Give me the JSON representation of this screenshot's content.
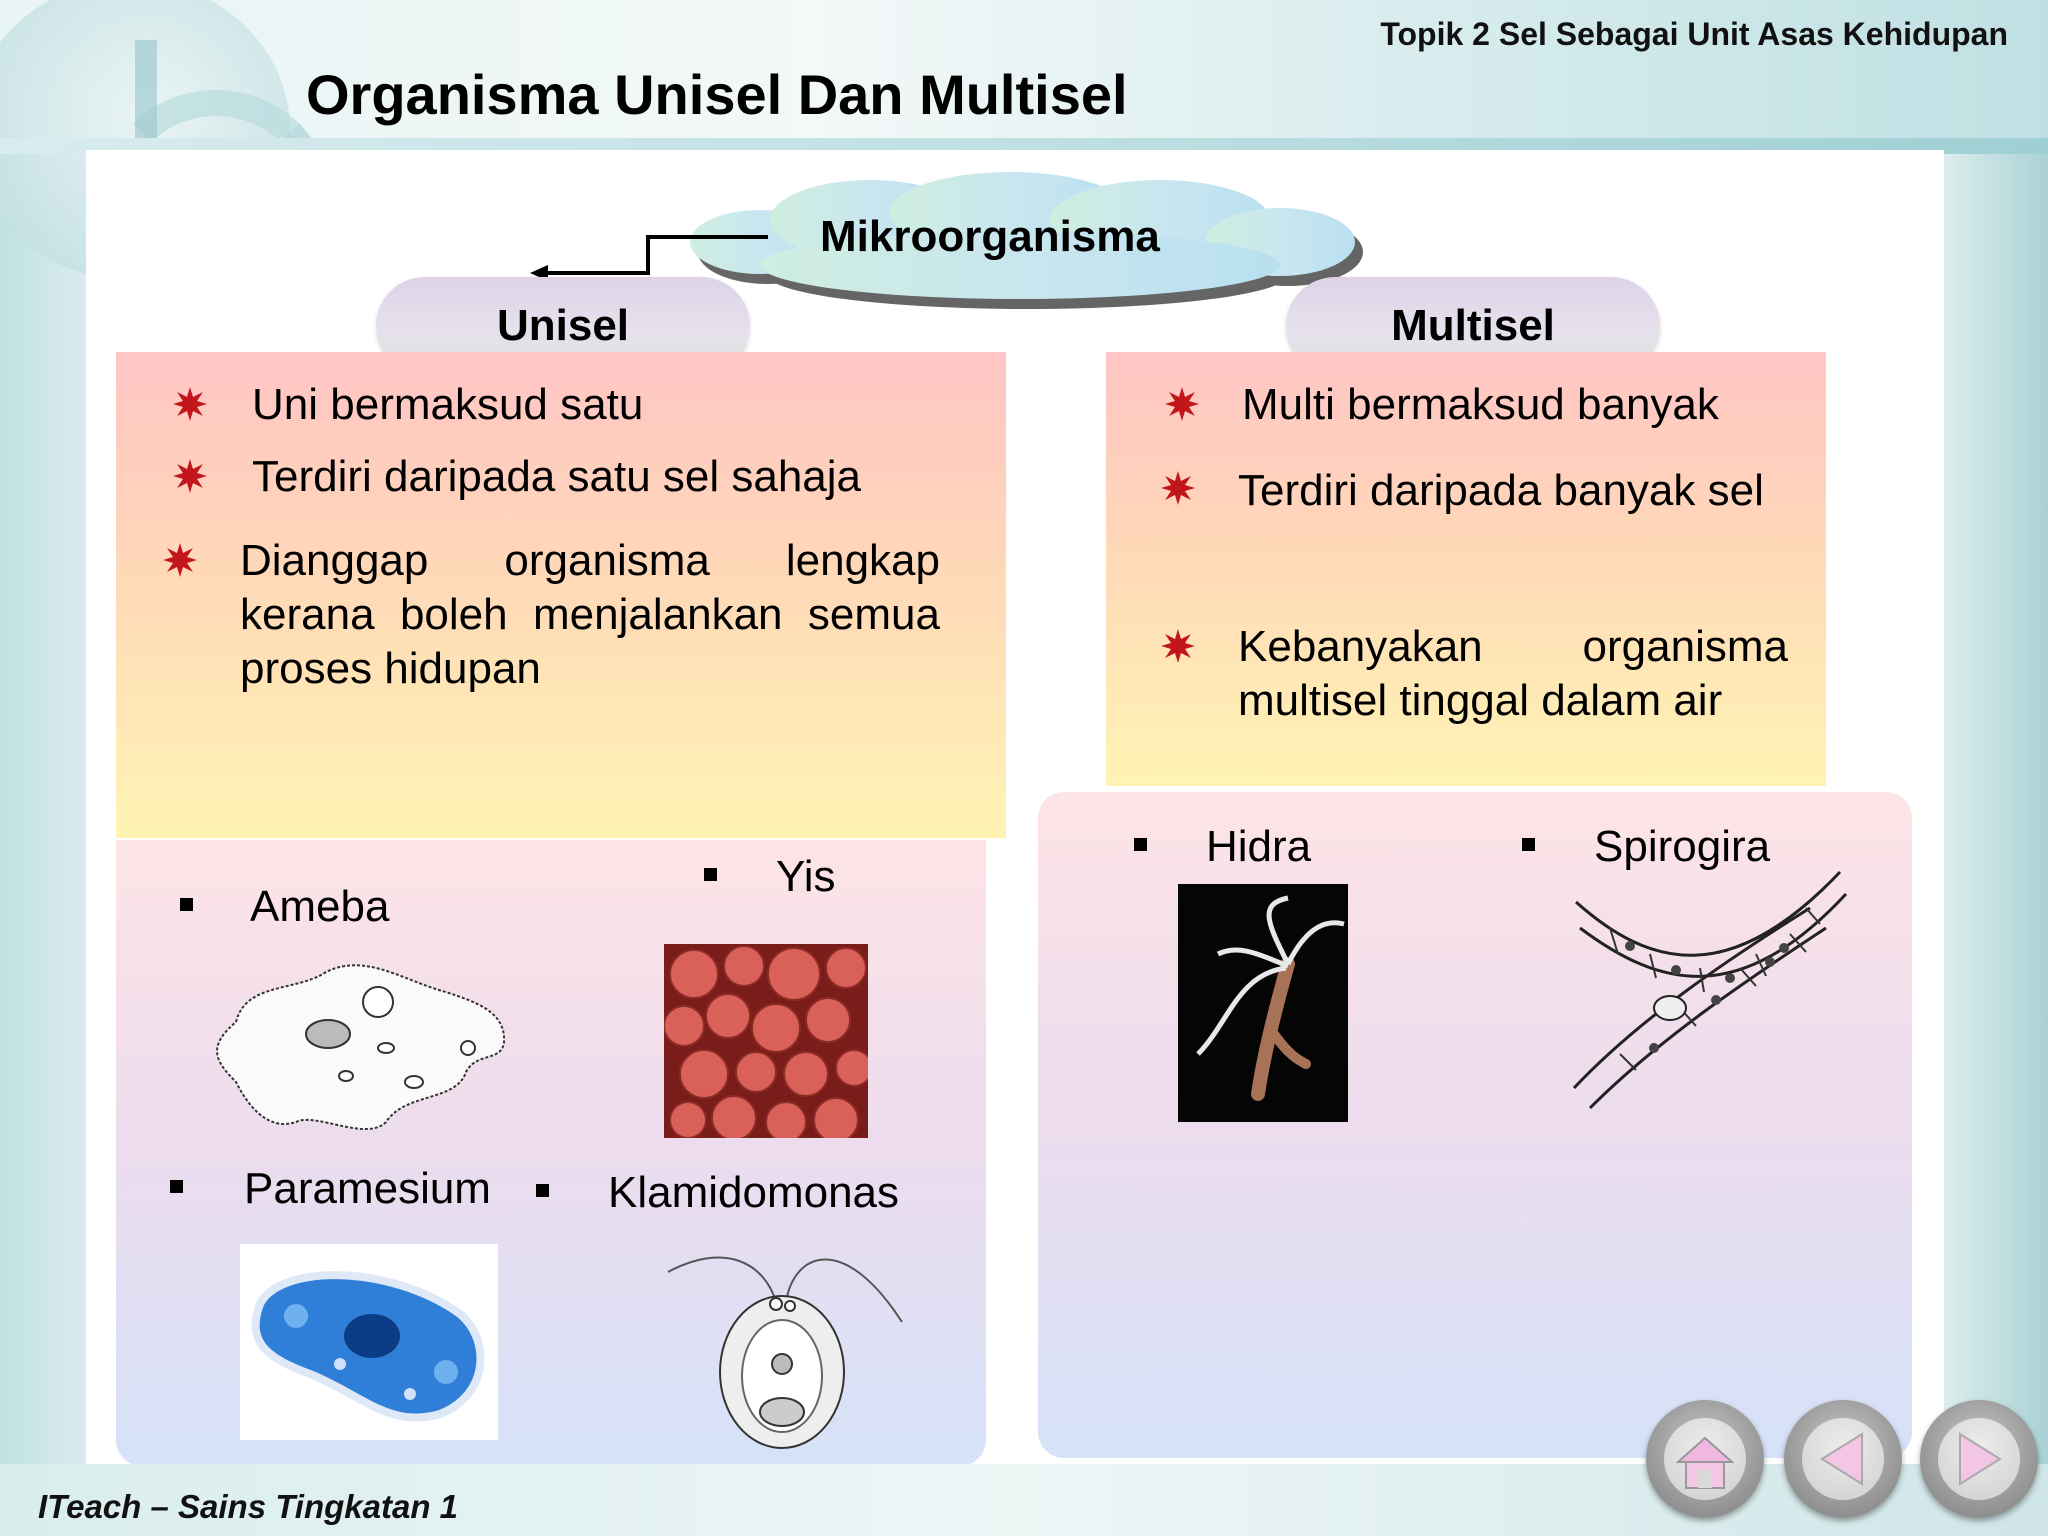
{
  "header": {
    "topic": "Topik 2 Sel Sebagai Unit Asas Kehidupan",
    "title": "Organisma Unisel Dan Multisel"
  },
  "diagram": {
    "root": "Mikroorganisma",
    "unisel": {
      "heading": "Unisel",
      "points": [
        "Uni bermaksud satu",
        "Terdiri daripada satu sel sahaja",
        "Dianggap organisma lengkap kerana boleh menjalankan semua proses hidupan"
      ],
      "examples": [
        "Ameba",
        "Yis",
        "Paramesium",
        "Klamidomonas"
      ]
    },
    "multisel": {
      "heading": "Multisel",
      "points": [
        "Multi bermaksud banyak",
        "Terdiri daripada banyak sel",
        "Kebanyakan organisma multisel tinggal dalam air"
      ],
      "examples": [
        "Hidra",
        "Spirogira"
      ]
    }
  },
  "footer": {
    "text": "ITeach – Sains Tingkatan 1"
  },
  "nav": {
    "buttons": [
      "home-icon",
      "previous-icon",
      "next-icon"
    ],
    "accent": "#f3c6e6"
  },
  "colors": {
    "bullet_star": "#c0161c",
    "box_top": "#ffc5c5",
    "box_bottom": "#fff4b4"
  }
}
